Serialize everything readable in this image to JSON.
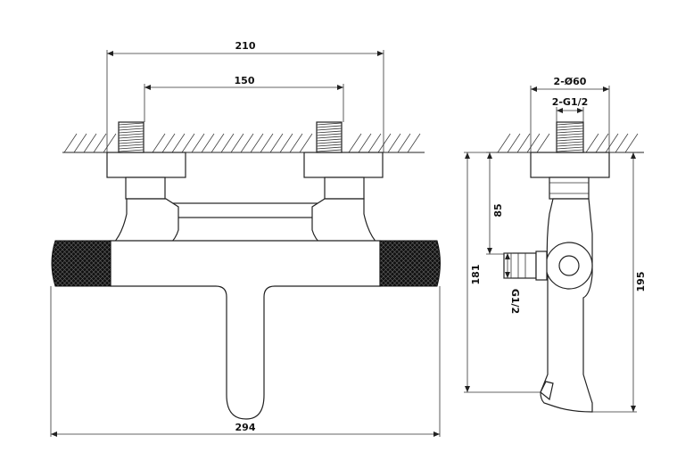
{
  "front_view": {
    "dim_top_width": "210",
    "dim_inlet_spacing": "150",
    "dim_overall_width": "294"
  },
  "side_view": {
    "dim_flange_diameter": "2-Ø60",
    "dim_inlet_thread": "2-G1/2",
    "dim_outlet_height": "85",
    "dim_body_height": "181",
    "dim_overall_height": "195",
    "dim_outlet_thread": "G1/2"
  }
}
